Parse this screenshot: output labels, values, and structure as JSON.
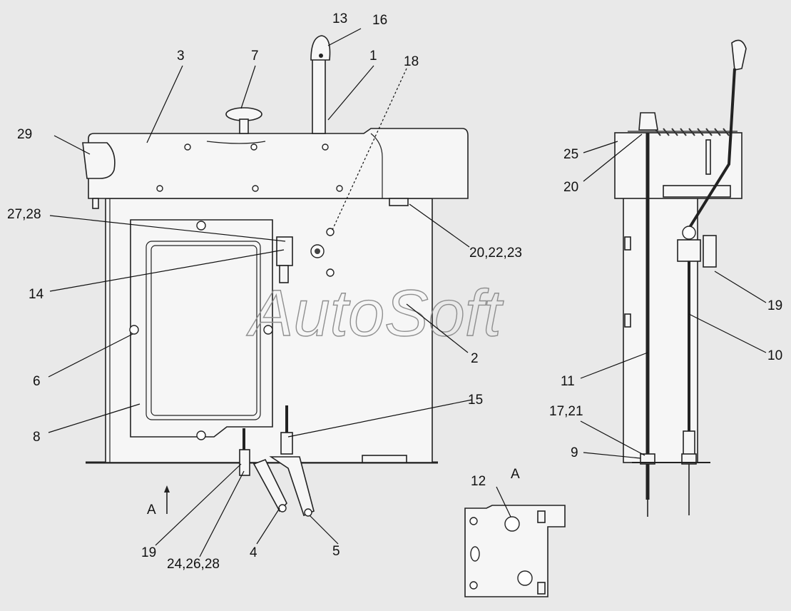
{
  "watermark": "AutoSoft",
  "view_label": "A",
  "view_arrow_label": "A",
  "callouts": {
    "c1": "1",
    "c2": "2",
    "c3": "3",
    "c4": "4",
    "c5": "5",
    "c6": "6",
    "c7": "7",
    "c8": "8",
    "c9": "9",
    "c10": "10",
    "c11": "11",
    "c12": "12",
    "c13": "13",
    "c14": "14",
    "c15": "15",
    "c16": "16",
    "c18": "18",
    "c19a": "19",
    "c19b": "19",
    "c20": "20",
    "c25": "25",
    "c29": "29",
    "c2728": "27,28",
    "c202223": "20,22,23",
    "c1721": "17,21",
    "c242628": "24,26,28"
  }
}
